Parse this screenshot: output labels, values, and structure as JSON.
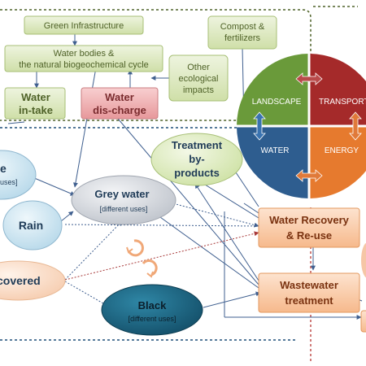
{
  "top_boxes": {
    "green_infrastructure": "Green Infrastructure",
    "water_bodies_line1": "Water bodies &",
    "water_bodies_line2": "the natural biogeochemical cycle",
    "compost_line1": "Compost &",
    "compost_line2": "fertilizers",
    "other_line1": "Other",
    "other_line2": "ecological",
    "other_line3": "impacts",
    "water_intake_line1": "Water",
    "water_intake_line2": "in-take",
    "water_discharge_line1": "Water",
    "water_discharge_line2": "dis-charge"
  },
  "quadrant": {
    "landscape": "LANDSCAPE",
    "transport": "TRANSPORT",
    "water": "WATER",
    "energy": "ENERGY"
  },
  "nodes": {
    "treatment_line1": "Treatment",
    "treatment_line2": "by-",
    "treatment_line3": "products",
    "e_line1": "e",
    "e_line2": "uses]",
    "grey_water_title": "Grey water",
    "grey_water_sub": "[different uses]",
    "rain": "Rain",
    "recovered": "covered",
    "black_title": "Black",
    "black_sub": "[different uses]",
    "water_recovery_line1": "Water Recovery",
    "water_recovery_line2": "& Re-use",
    "wastewater_line1": "Wastewater",
    "wastewater_line2": "treatment"
  },
  "colors": {
    "green_box": "#dfeac4",
    "pink_box": "#f0b0b2",
    "light_blue": "#cfe6f2",
    "grey_oval": "#d9dde3",
    "dark_teal": "#1f6b86",
    "orange_box": "#fbd3b4",
    "peach": "#fde6d6",
    "landscape": "#6a9a3a",
    "transport": "#a52a2a",
    "water_q": "#2e5d8f",
    "energy": "#e67a2e",
    "dashed_border": "#4f6228",
    "arrow_blue": "#4a6fa5",
    "arrow_red": "#b03a3a"
  }
}
